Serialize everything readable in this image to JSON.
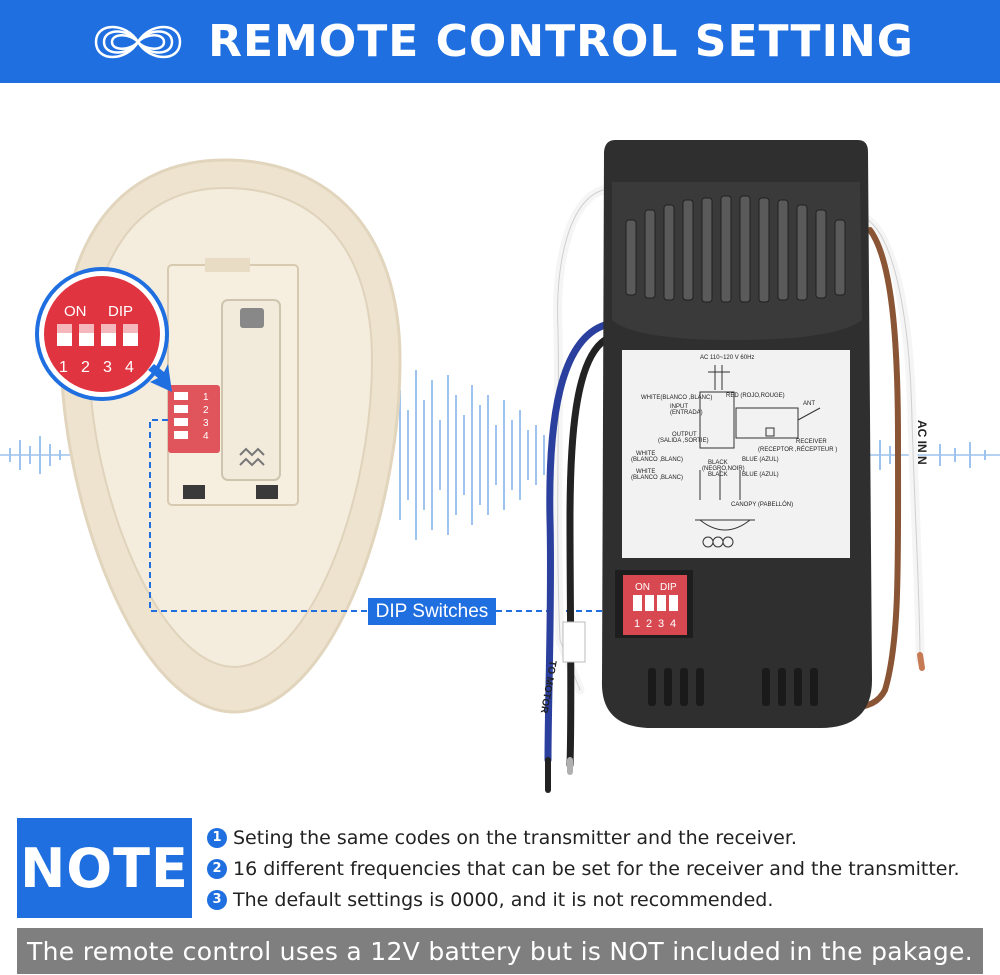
{
  "banner": {
    "title": "REMOTE CONTROL SETTING",
    "logo_icon": "infinity-logo-icon",
    "color": "#1f6fe0"
  },
  "remote": {
    "dip_on_label": "ON",
    "dip_label": "DIP",
    "dip_numbers": [
      "1",
      "2",
      "3",
      "4"
    ],
    "dip_numbers_rotated": [
      "1",
      "2",
      "3",
      "4"
    ]
  },
  "receiver": {
    "dip_on_label": "ON",
    "dip_label": "DIP",
    "dip_numbers": [
      "1",
      "2",
      "3",
      "4"
    ],
    "label_voltage": "AC 110~120 V 60Hz",
    "label_white_in": "WHITE(BLANCO ,BLANC)",
    "label_red": "RED (ROJO,ROUGE)",
    "label_input": "INPUT",
    "label_input2": "(ENTRADA)",
    "label_ant": "ANT",
    "label_output": "OUTPUT",
    "label_output2": "(SALIDA ,SORTIE)",
    "label_receiver": "RECEIVER",
    "label_receiver2": "(RECEPTOR ,RÉCEPTEUR )",
    "label_white_out1": "WHITE",
    "label_white_out1b": "(BLANCO ,BLANC)",
    "label_white_out2": "WHITE",
    "label_white_out2b": "(BLANCO ,BLANC)",
    "label_black": "BLACK",
    "label_black2": "(NEGRO,NOIR)",
    "label_black3": "BLACK",
    "label_blue1": "BLUE (AZUL)",
    "label_blue2": "BLUE (AZUL)",
    "label_canopy": "CANOPY (PABELLÓN)",
    "wire_label_acin": "AC IN N",
    "wire_label_tomotor": "TO MOTOR"
  },
  "callout": {
    "label": "DIP Switches"
  },
  "note": {
    "title": "NOTE",
    "items": [
      {
        "num": "1",
        "text": "Seting the same codes on the transmitter and the receiver."
      },
      {
        "num": "2",
        "text": "16 different frequencies that can be set for the receiver and the transmitter."
      },
      {
        "num": "3",
        "text": "The default settings is 0000, and it is not recommended."
      }
    ]
  },
  "footer": {
    "text": "The remote control uses a 12V battery but is NOT included in the pakage."
  }
}
